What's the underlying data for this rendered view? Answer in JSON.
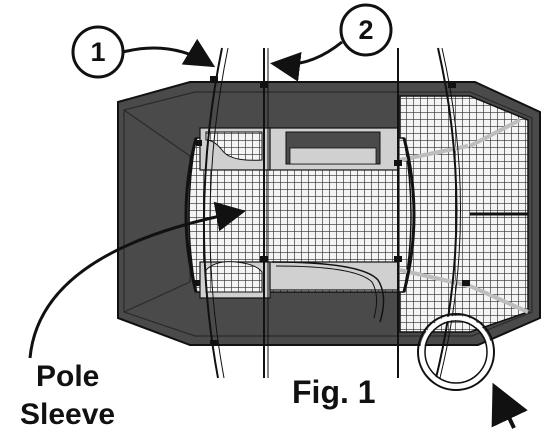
{
  "callouts": {
    "one": "1",
    "two": "2"
  },
  "labels": {
    "pole": "Pole",
    "sleeve": "Sleeve",
    "fig": "Fig. 1"
  },
  "colors": {
    "fabric": "#4a4a4a",
    "fabric_dark": "#3a3a3a",
    "mesh_bg": "#f2f2f2",
    "mesh_line": "#2f2f2f",
    "panel_light": "#cfcfcf",
    "pole": "#111111"
  }
}
